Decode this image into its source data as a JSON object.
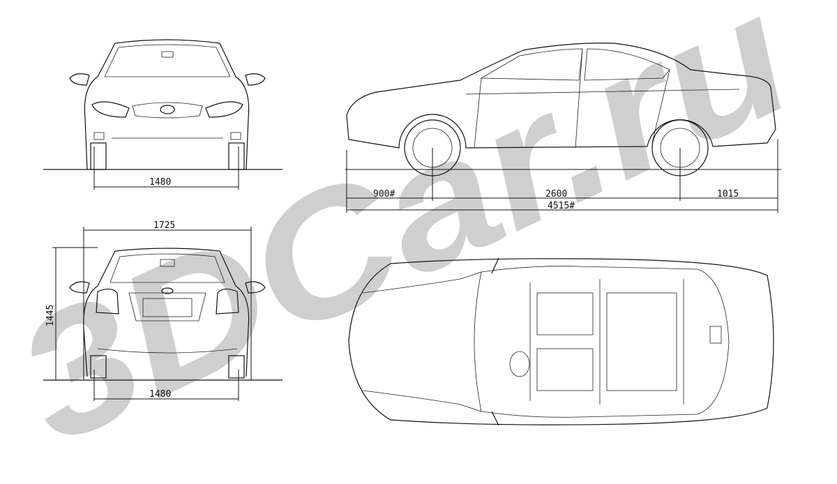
{
  "watermark": {
    "text": "3DCar.ru",
    "color": "#cfcfcf"
  },
  "views": {
    "front": {
      "track_label": "1480"
    },
    "rear": {
      "width_label": "1725",
      "height_label": "1445",
      "track_label": "1480"
    },
    "side": {
      "front_overhang_label": "900#",
      "wheelbase_label": "2600",
      "rear_overhang_label": "1015",
      "length_label": "4515#"
    },
    "top": {}
  },
  "line_color": "#111111"
}
